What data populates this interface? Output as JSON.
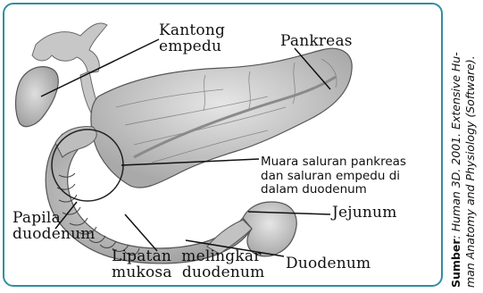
{
  "labels": {
    "kantong_empedu": [
      "Kantong",
      "empedu"
    ],
    "pankreas": "Pankreas",
    "muara": [
      "Muara saluran pankreas",
      "dan saluran empedu di",
      "dalam duodenum"
    ],
    "jejunum": "Jejunum",
    "papila": [
      "Papila",
      "duodenum"
    ],
    "lipatan": [
      "Lipatan  melingkar",
      "mukosa  duodenum"
    ],
    "duodenum": "Duodenum"
  },
  "source": {
    "bold": "Sumber",
    "line1_rest": ": Human 3D. 2001. Extensive Hu-",
    "line2": "man Anatomy and Physiology (Software)."
  },
  "colors": {
    "frame": "#2f8fa0",
    "organ_fill": "#cfcfcf",
    "organ_stroke": "#555555",
    "leader": "#111111"
  }
}
